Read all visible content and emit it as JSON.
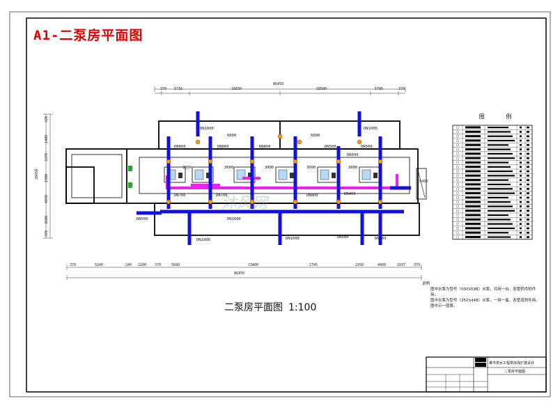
{
  "sheet_title": "A1-二泵房平面图",
  "plan_title": "二泵房平面图",
  "plan_scale": "1:100",
  "legend_title": "图 例",
  "notes": {
    "heading": "说明",
    "line1": "图中水泵为型号（500S59B）水泵，共用一台，各管转件附件用。",
    "line2": "图中水泵为型号（350S44B）水泵，一用一备，各管道附件用。",
    "line3": "图中示一般泵。"
  },
  "watermark": "沐风网",
  "dimensions": {
    "top_total": "86450",
    "top_segments": [
      "370",
      "5716",
      "16830",
      "18580",
      "5795",
      "370"
    ],
    "bottom_total": "86450",
    "bottom_segments": [
      "370",
      "5240",
      "240",
      "2200",
      "370",
      "5580",
      "13400",
      "2745",
      "2250",
      "4800",
      "1037",
      "370"
    ],
    "left_total": "20450",
    "left_segments": [
      "370",
      "1400",
      "3370",
      "1980",
      "4070",
      "3600",
      "370"
    ],
    "right_label": "5400"
  },
  "pipe_labels": [
    "DN1000",
    "DN1000",
    "DN800",
    "DN800",
    "DN800",
    "DN500",
    "DN500",
    "DN700",
    "DN700",
    "DN800",
    "DN400",
    "DN1000",
    "DN1000",
    "DN1000",
    "DN500",
    "DN500",
    "DN500",
    "DN500"
  ],
  "room_labels": [
    "6000",
    "3000",
    "3000",
    "3000",
    "3000",
    "3000",
    "6000"
  ],
  "title_block": {
    "project": "某市供水工程泵房改扩建设计",
    "drawing": "二泵房平面图"
  },
  "colors": {
    "border": "#000000",
    "title": "#e00000",
    "pipe_blue": "#1111dd",
    "pipe_magenta": "#ee22ee",
    "equipment": "#b8d8f8",
    "valve": "#ff9900",
    "door_green": "#22aa22"
  }
}
